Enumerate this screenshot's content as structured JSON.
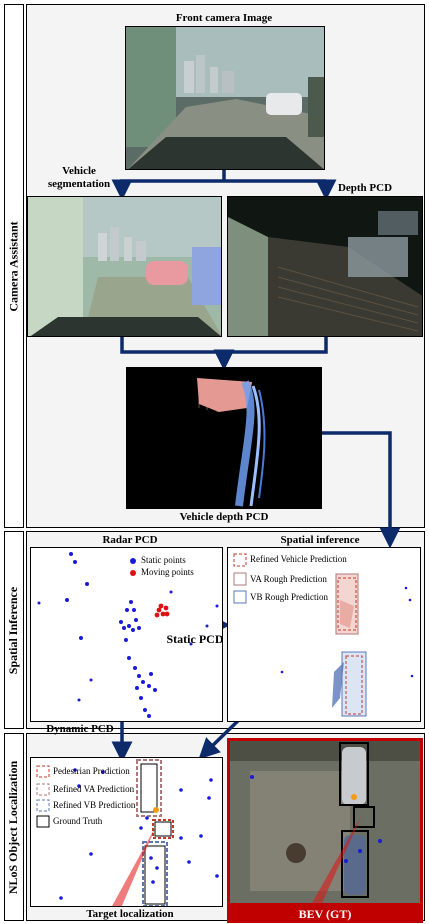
{
  "sections": {
    "camera_assistant": "Camera Assistant",
    "spatial_inference": "Spatial Inference",
    "nlos_localization": "NLoS Object Localization"
  },
  "labels": {
    "front_camera": "Front camera Image",
    "vehicle_segmentation_1": "Vehicle",
    "vehicle_segmentation_2": "segmentation",
    "depth_pcd": "Depth PCD",
    "vehicle_depth_pcd": "Vehicle depth PCD",
    "radar_pcd": "Radar PCD",
    "spatial_inference_title": "Spatial inference",
    "static_pcd": "Static PCD",
    "dynamic_pcd": "Dynamic PCD",
    "target_localization": "Target localization",
    "bev_gt": "BEV (GT)"
  },
  "legends": {
    "radar": [
      "Static points",
      "Moving points"
    ],
    "spatial": [
      "Refined Vehicle Prediction",
      "VA Rough Prediction",
      "VB Rough Prediction"
    ],
    "nlos": [
      "Pedestrian Prediction",
      "Refined VA Prediction",
      "Refined VB Prediction",
      "Ground Truth"
    ]
  },
  "colors": {
    "arrow": "#0d2a6b",
    "static_points": "#1a1adb",
    "moving_points": "#e01010",
    "pedestrian": "#c0392b",
    "va": "#b07a7a",
    "vb": "#5a78b8",
    "ground_truth": "#000000",
    "bev_frame": "#c00000"
  }
}
